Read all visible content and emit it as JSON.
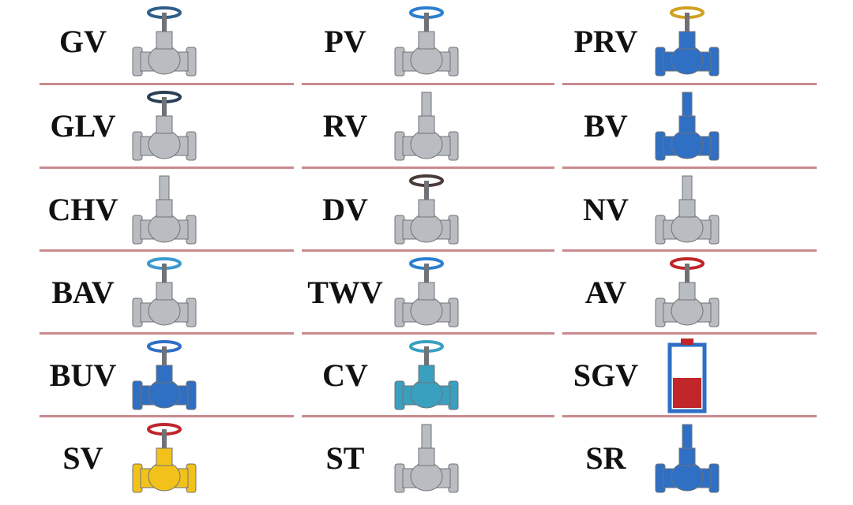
{
  "title": "Valve abbreviations",
  "colors": {
    "divider": "#c98a8f",
    "steel": "#b9bcc0",
    "blue": "#2f6fc4",
    "yellow": "#f2c21a",
    "red": "#c0262a"
  },
  "columns": [
    [
      {
        "abbr": "GV",
        "icon": "gate-valve-icon",
        "color": "steel",
        "wheel": "#2f5f8a"
      },
      {
        "abbr": "GLV",
        "icon": "globe-valve-icon",
        "color": "steel",
        "wheel": "#2a3f55"
      },
      {
        "abbr": "CHV",
        "icon": "check-valve-icon",
        "color": "steel",
        "wheel": ""
      },
      {
        "abbr": "BAV",
        "icon": "ball-valve-icon",
        "color": "steel",
        "wheel": "#3a9ad0"
      },
      {
        "abbr": "BUV",
        "icon": "butterfly-valve-icon",
        "color": "blue",
        "wheel": "#2f6fc4"
      },
      {
        "abbr": "SV",
        "icon": "safety-valve-icon",
        "color": "yellow",
        "wheel": "#c0262a"
      }
    ],
    [
      {
        "abbr": "PV",
        "icon": "plug-valve-icon",
        "color": "steel",
        "wheel": "#2a7fd0"
      },
      {
        "abbr": "RV",
        "icon": "reducing-valve-icon",
        "color": "steel",
        "wheel": ""
      },
      {
        "abbr": "DV",
        "icon": "diaphragm-valve-icon",
        "color": "steel",
        "wheel": "#4a3a3a"
      },
      {
        "abbr": "TWV",
        "icon": "three-way-valve-icon",
        "color": "steel",
        "wheel": "#2a7fd0"
      },
      {
        "abbr": "CV",
        "icon": "control-valve-icon",
        "color": "teal",
        "wheel": "#3aa0c0"
      },
      {
        "abbr": "ST",
        "icon": "steam-trap-icon",
        "color": "steel",
        "wheel": ""
      }
    ],
    [
      {
        "abbr": "PRV",
        "icon": "pressure-relief-valve-icon",
        "color": "blue",
        "wheel": "#d0a020"
      },
      {
        "abbr": "BV",
        "icon": "bottom-valve-icon",
        "color": "blue",
        "wheel": ""
      },
      {
        "abbr": "NV",
        "icon": "needle-valve-icon",
        "color": "steel",
        "wheel": ""
      },
      {
        "abbr": "AV",
        "icon": "angle-valve-icon",
        "color": "steel",
        "wheel": "#c0262a"
      },
      {
        "abbr": "SGV",
        "icon": "slide-gate-valve-icon",
        "color": "blue",
        "wheel": "#c0262a"
      },
      {
        "abbr": "SR",
        "icon": "strainer-icon",
        "color": "blue",
        "wheel": ""
      }
    ]
  ]
}
